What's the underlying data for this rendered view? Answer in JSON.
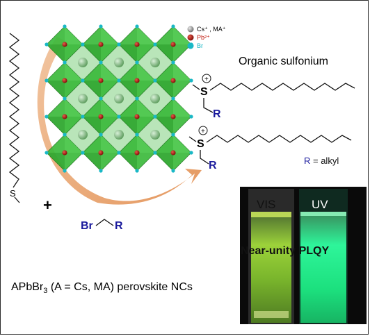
{
  "legend": {
    "cs_ma": "Cs⁺ , MA⁺",
    "pb": "Pb²⁺",
    "br": "Br",
    "colors": {
      "cs_ma": "#8c8c8c",
      "pb": "#c0180c",
      "br": "#19b8c6"
    }
  },
  "labels": {
    "organic_sulfonium": "Organic sulfonium",
    "s_top": "S",
    "s_bottom": "S",
    "s_chain": "S",
    "r_top": "R",
    "r_bottom": "R",
    "r_note_symbol": "R",
    "r_note_text": " = alkyl",
    "plus": "+",
    "br": "Br",
    "br_r": "R",
    "plus_charge": "+",
    "vis": "VIS",
    "uv": "UV",
    "plqy": "Near-unity PLQY",
    "perovskite_main": "APbBr",
    "perovskite_sub": "3",
    "perovskite_rest": " (A = Cs, MA) perovskite NCs"
  },
  "colors": {
    "octahedron": "#3cba3c",
    "octahedron_dark": "#2a9a2a",
    "arrow": "#e9a671",
    "r_blue": "#1a1a9c",
    "uv_glow": "#22f08a",
    "vis_glow": "#b8e832"
  }
}
